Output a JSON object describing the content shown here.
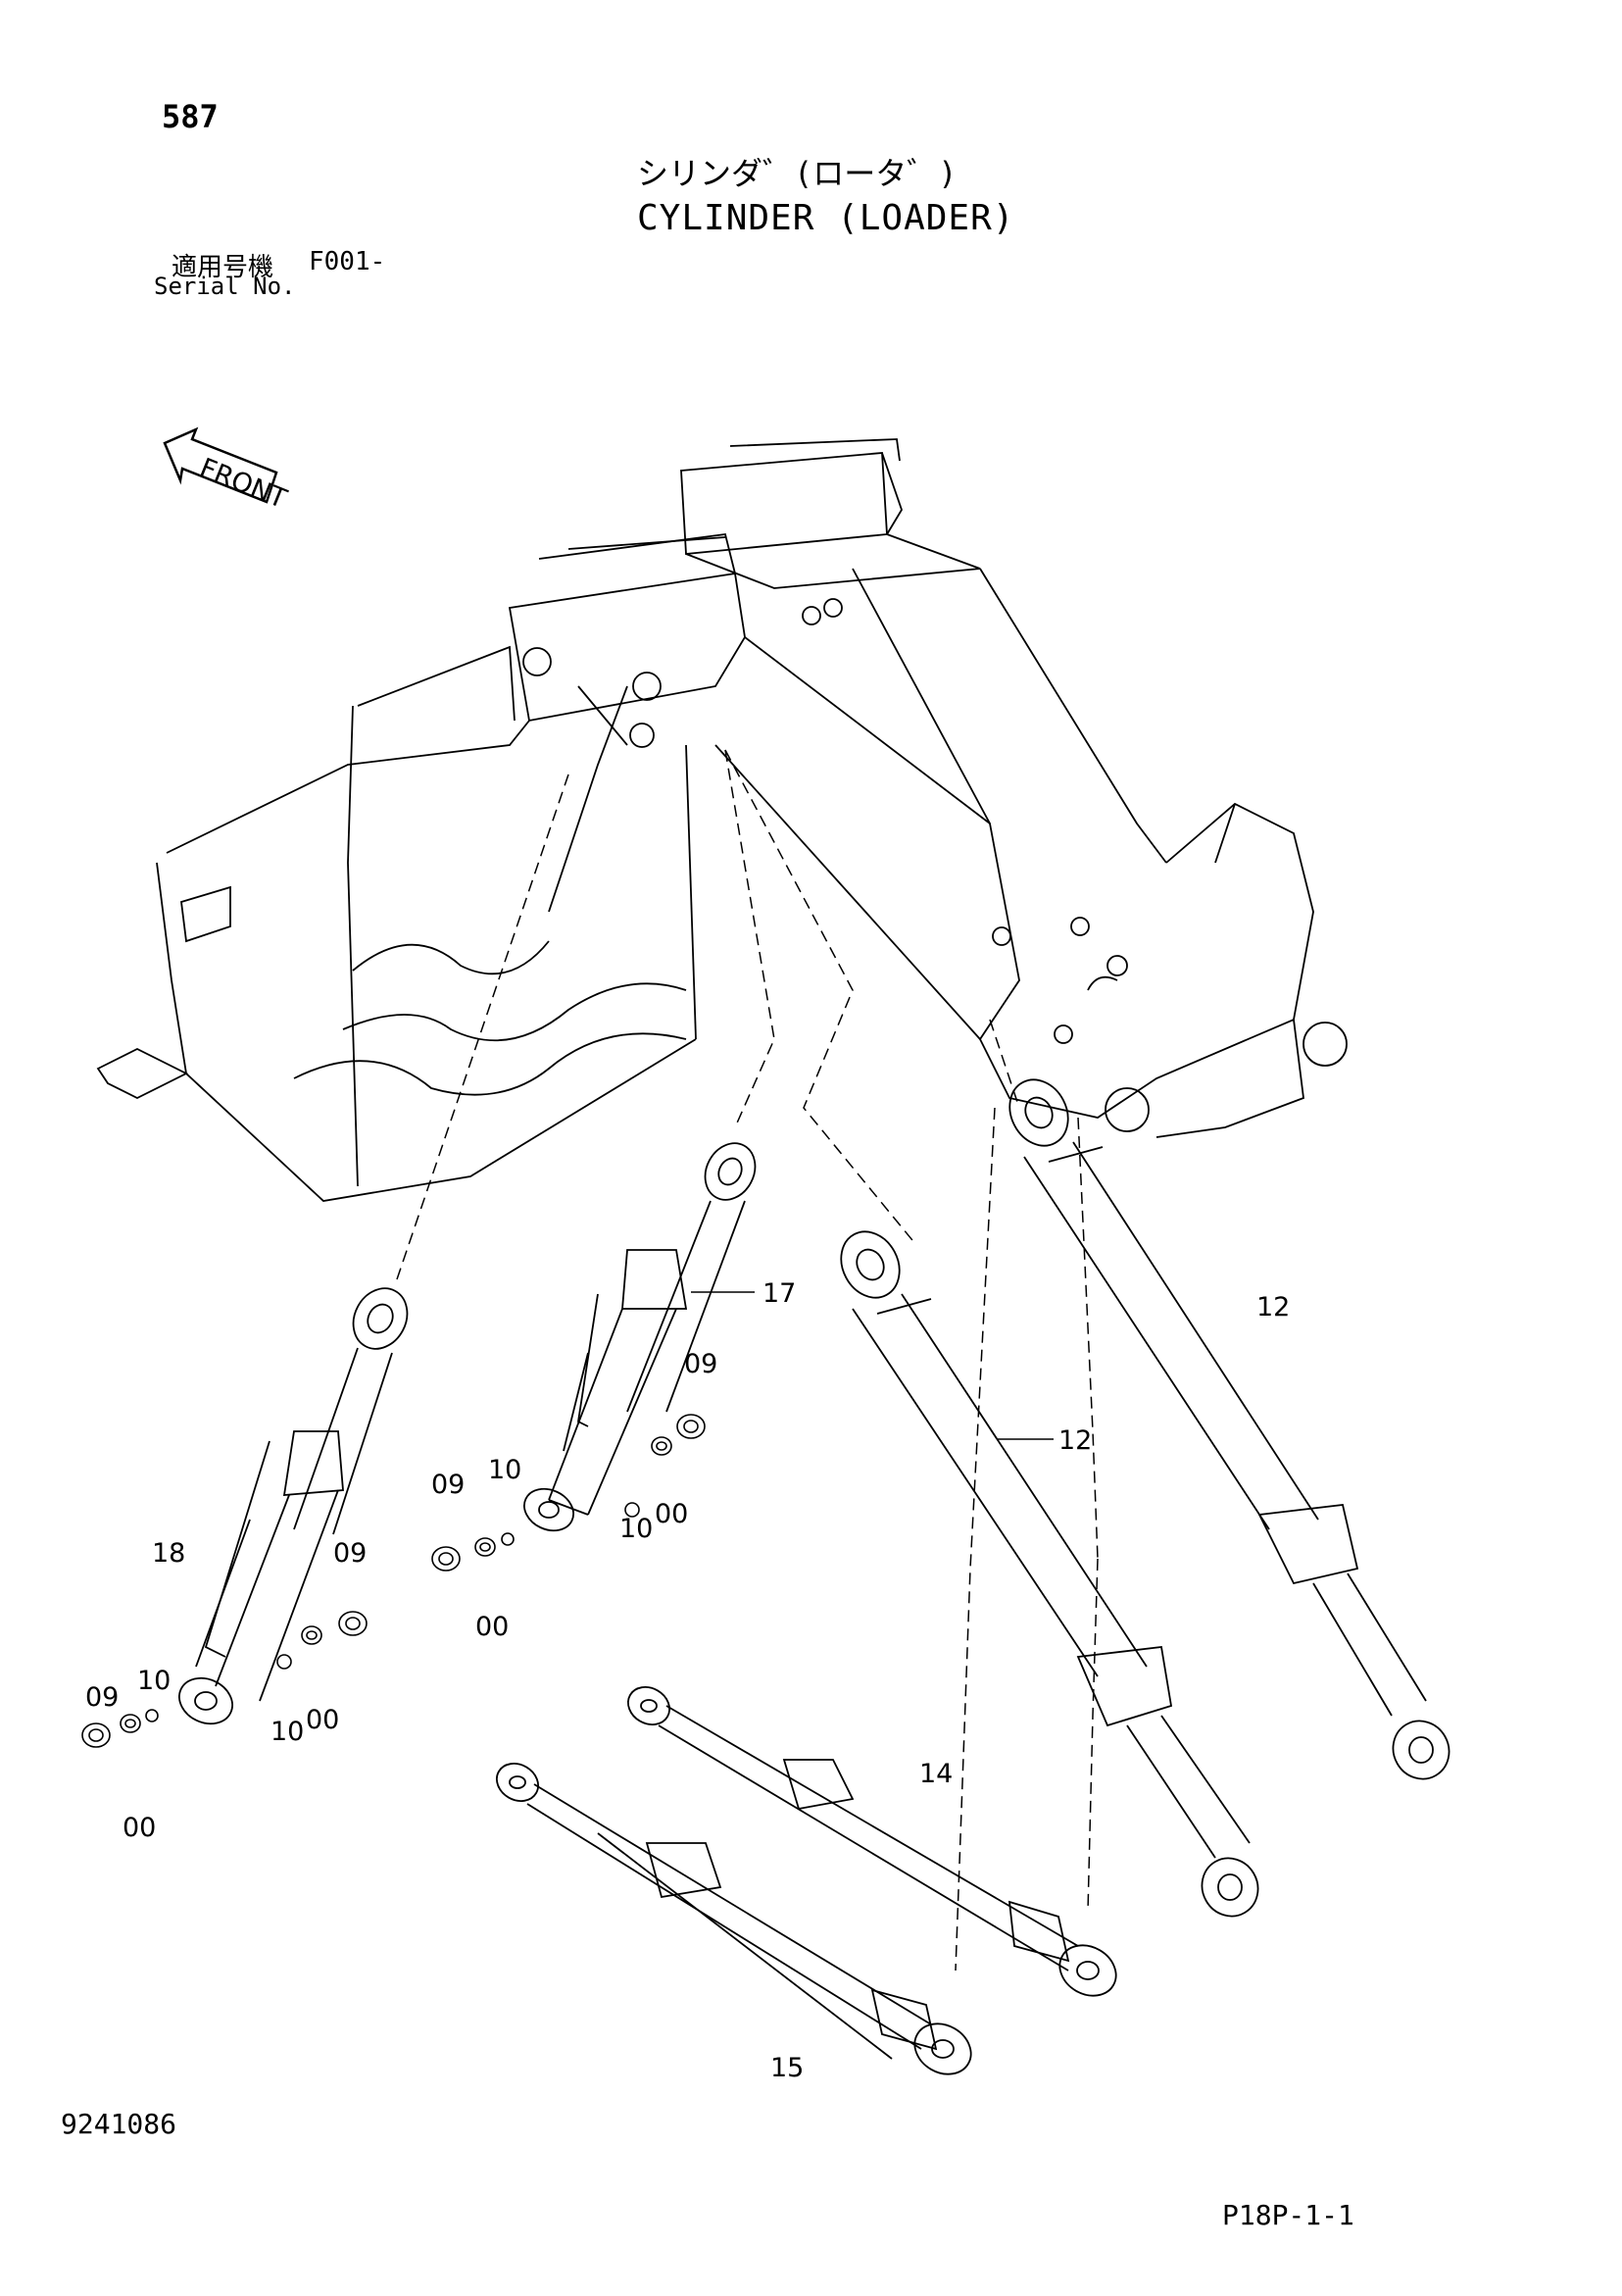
{
  "header": {
    "page_number": "587",
    "title_jp": "シリンダ゛(ロータ゛)",
    "title_en": "CYLINDER (LOADER)",
    "serial_label_jp": "適用号機",
    "serial_code": "F001-",
    "serial_label_en": "Serial No."
  },
  "drawing": {
    "front_label": "FRONT",
    "callouts": [
      {
        "id": "c17",
        "text": "17"
      },
      {
        "id": "c12a",
        "text": "12"
      },
      {
        "id": "c12b",
        "text": "12"
      },
      {
        "id": "c09a",
        "text": "09"
      },
      {
        "id": "c09b",
        "text": "09"
      },
      {
        "id": "c09c",
        "text": "09"
      },
      {
        "id": "c09d",
        "text": "09"
      },
      {
        "id": "c10a",
        "text": "10"
      },
      {
        "id": "c10b",
        "text": "10"
      },
      {
        "id": "c10c",
        "text": "10"
      },
      {
        "id": "c10d",
        "text": "10"
      },
      {
        "id": "c00a",
        "text": "00"
      },
      {
        "id": "c00b",
        "text": "00"
      },
      {
        "id": "c00c",
        "text": "00"
      },
      {
        "id": "c00d",
        "text": "00"
      },
      {
        "id": "c18",
        "text": "18"
      },
      {
        "id": "c14",
        "text": "14"
      },
      {
        "id": "c15",
        "text": "15"
      }
    ]
  },
  "footer": {
    "drawing_number": "9241086",
    "sheet_ref": "P18P-1-1"
  }
}
